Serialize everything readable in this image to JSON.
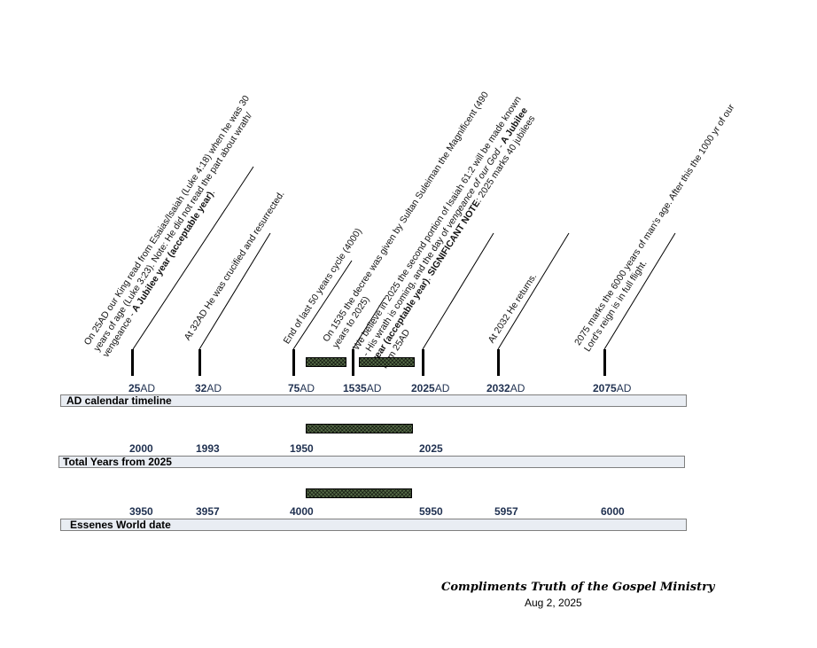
{
  "timeline": {
    "ticks": [
      {
        "num": "25",
        "suffix": "AD",
        "note": "On 25AD our King read from Esaias/Isaiah (Luke 4:18) when he was 30 years of age (Luke 3:23). Note: He did not read the part about wrath/ vengeance - A Jubilee year (acceptable year)."
      },
      {
        "num": "32",
        "suffix": "AD",
        "note": "At 32AD He was crucified and resurrected."
      },
      {
        "num": "75",
        "suffix": "AD",
        "note": "End of last 50 years cycle (4000)"
      },
      {
        "num": "1535",
        "suffix": "AD",
        "note": "On 1535 the decree was given by Sultan Suleiman the Magnificent (490 years to 2025)"
      },
      {
        "num": "2025",
        "suffix": "AD",
        "note": "We believe in 2025 the second portion of Isaiah 61:2 will be made known - His wrath is coming, and the day of vengeance of our God - A Jubilee year (acceptable year). SIGNIFICANT NOTE: 2025 marks 40 jubilees from 25AD"
      },
      {
        "num": "2032",
        "suffix": "AD",
        "note": "At 2032 He returns."
      },
      {
        "num": "2075",
        "suffix": "AD",
        "note": "2075 marks the 6000 years of man's age. After this the 1000 yr of our Lord's reign is in full flight."
      }
    ],
    "band_label": "AD calendar timeline"
  },
  "total_years": {
    "values": [
      "2000",
      "1993",
      "1950",
      "2025"
    ],
    "band_label": "Total Years from 2025"
  },
  "essenes": {
    "values": [
      "3950",
      "3957",
      "4000",
      "5950",
      "5957",
      "6000"
    ],
    "band_label": "Essenes World date"
  },
  "credit": {
    "text": "Compliments Truth of the Gospel Ministry",
    "date": "Aug 2, 2025"
  },
  "colors": {
    "band_fill": "#e9edf3",
    "year_text": "#1f3050",
    "hatch_fill": "#556b47"
  }
}
